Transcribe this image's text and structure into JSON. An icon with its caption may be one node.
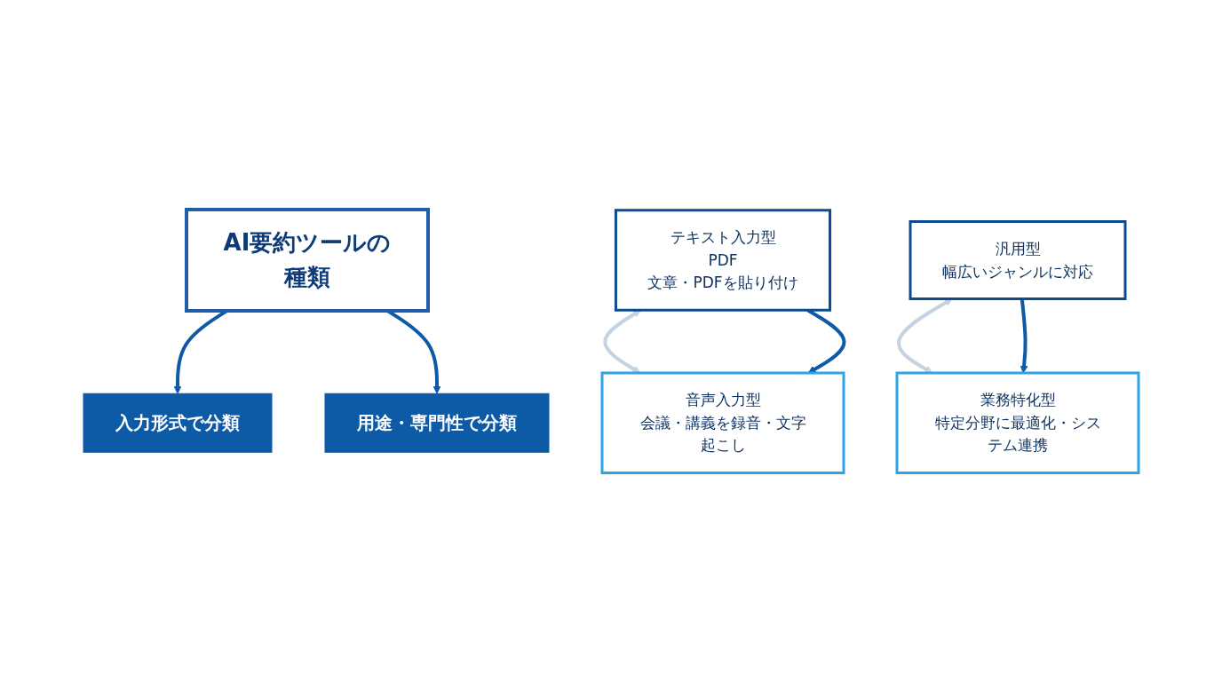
{
  "diagram": {
    "nodes": [
      {
        "text": [
          "AI要約ツールの種類"
        ]
      },
      {
        "text": [
          "入力形式で分類"
        ]
      },
      {
        "text": [
          "用途・専門性で分類"
        ]
      },
      {
        "text": [
          "テキスト入力型",
          "PDF",
          "文章・PDFを貼り付け"
        ]
      },
      {
        "text": [
          "音声入力型",
          "会議・講義を録音・文字起こし"
        ]
      },
      {
        "text": [
          "汎用型",
          "幅広いジャンルに対応"
        ]
      },
      {
        "text": [
          "業務特化型",
          "特定分野に最適化・システム連携"
        ]
      }
    ],
    "edges": [
      {
        "from": 0,
        "to": 1,
        "arrow": "to"
      },
      {
        "from": 0,
        "to": 2,
        "arrow": "to"
      },
      {
        "from": 3,
        "to": 4,
        "arrow": "both",
        "color": "#c5d2e2"
      },
      {
        "from": 3,
        "to": 4,
        "arrow": "to"
      },
      {
        "from": 5,
        "to": 6,
        "arrow": "both",
        "color": "#c5d2e2"
      },
      {
        "from": 5,
        "to": 6,
        "arrow": "to"
      }
    ]
  }
}
